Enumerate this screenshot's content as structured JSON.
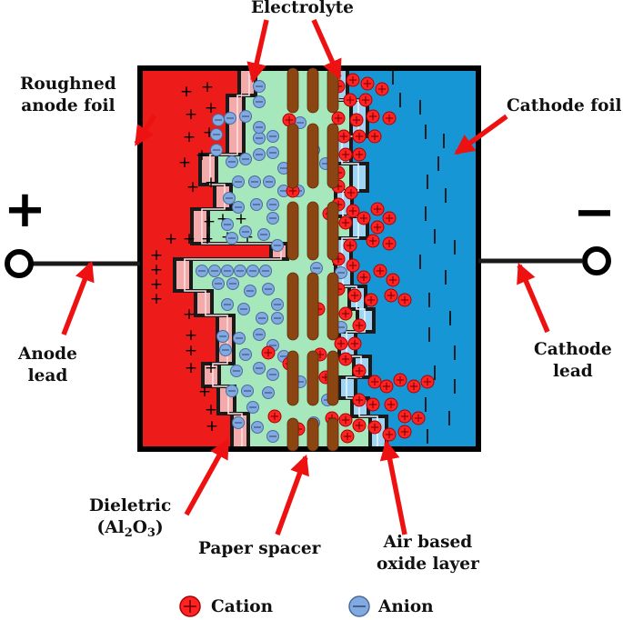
{
  "labels": {
    "electrolyte": "Electrolyte",
    "roughned_line1": "Roughned",
    "roughned_line2": "anode foil",
    "cathode_foil": "Cathode foil",
    "anode_lead_line1": "Anode",
    "anode_lead_line2": "lead",
    "cathode_lead_line1": "Cathode",
    "cathode_lead_line2": "lead",
    "dieletric_line1": "Dieletric",
    "dieletric_open": "(Al",
    "dieletric_sub1": "2",
    "dieletric_mid": "O",
    "dieletric_sub2": "3",
    "dieletric_close": ")",
    "paper_spacer": "Paper spacer",
    "air_oxide_line1": "Air based",
    "air_oxide_line2": "oxide layer"
  },
  "terminals": {
    "positive": "+",
    "negative": "−"
  },
  "legend": {
    "cation": "Cation",
    "anion": "Anion"
  },
  "colors": {
    "anode": "#ee1b1b",
    "cathode": "#1796d6",
    "electrolyte": "#a6e8bb",
    "dielectric": "#f2aaaa",
    "cathode_oxide": "#9fd5f2",
    "spacer": "#8b4513",
    "cation": "#ff2424",
    "anion": "#7fa8de",
    "arrow": "#ee1111"
  }
}
